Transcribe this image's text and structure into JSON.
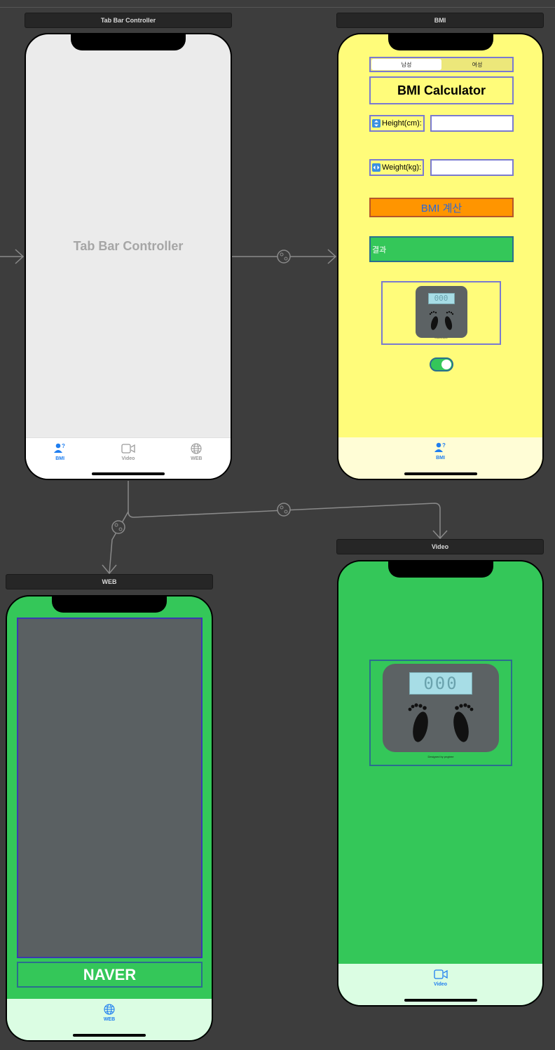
{
  "scenes": {
    "tabbar_controller": {
      "title": "Tab Bar Controller",
      "placeholder": "Tab Bar Controller",
      "tabs": [
        {
          "label": "BMI",
          "icon": "person-question-icon",
          "color": "#1f7ef0"
        },
        {
          "label": "Video",
          "icon": "video-camera-icon",
          "color": "#9a9a9a"
        },
        {
          "label": "WEB",
          "icon": "globe-icon",
          "color": "#9a9a9a"
        }
      ]
    },
    "bmi": {
      "title": "BMI",
      "segments": [
        "남성",
        "여성"
      ],
      "heading": "BMI Calculator",
      "height_label": "Height(cm):",
      "height_value": "",
      "weight_label": "Weight(kg):",
      "weight_value": "",
      "calc_button": "BMI 계산",
      "result_label": "결과",
      "scale_display": "000",
      "scale_credit": "Designed by pngtree",
      "toggle_on": true,
      "tab_label": "BMI",
      "background": "#fffc7a",
      "accent": "#ff9500"
    },
    "web": {
      "title": "WEB",
      "naver_button": "NAVER",
      "tab_label": "WEB",
      "background": "#34c759"
    },
    "video": {
      "title": "Video",
      "scale_display": "000",
      "scale_credit": "Designed by pngtree",
      "tab_label": "Video",
      "background": "#34c759"
    }
  }
}
